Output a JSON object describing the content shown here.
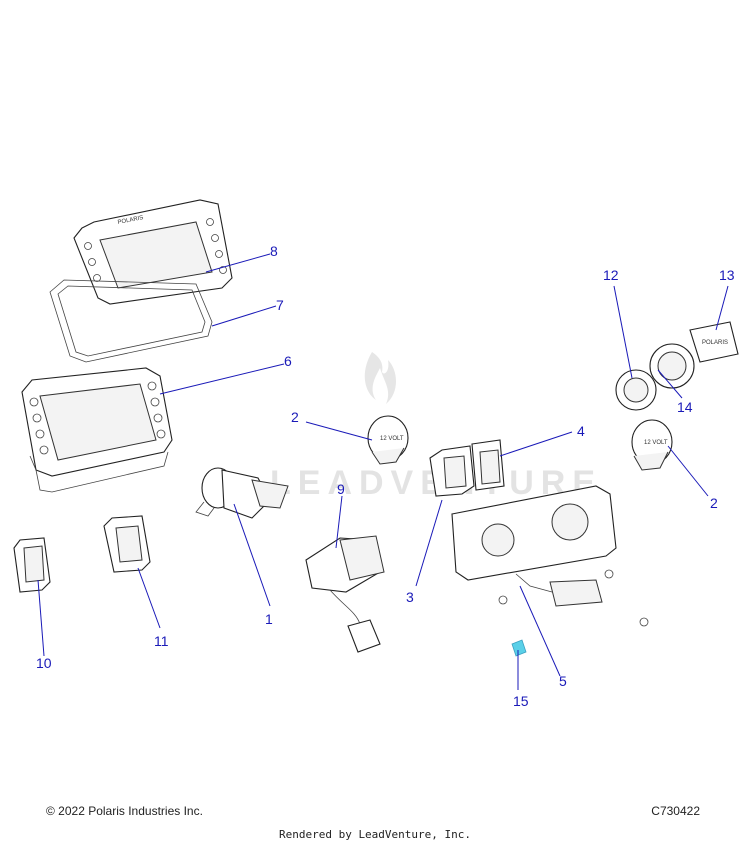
{
  "footer": {
    "copyright": "© 2022 Polaris Industries Inc.",
    "drawing_code": "C730422",
    "rendered_by": "Rendered by LeadVenture, Inc."
  },
  "watermark": "LEADVENTURE",
  "part_markings": {
    "brand": "POLARIS",
    "socket_rating": "12 VOLT"
  },
  "callouts": [
    "1",
    "2",
    "2",
    "3",
    "4",
    "5",
    "6",
    "7",
    "8",
    "9",
    "10",
    "11",
    "12",
    "13",
    "14",
    "15"
  ],
  "accent_color": "#1a1ab8"
}
